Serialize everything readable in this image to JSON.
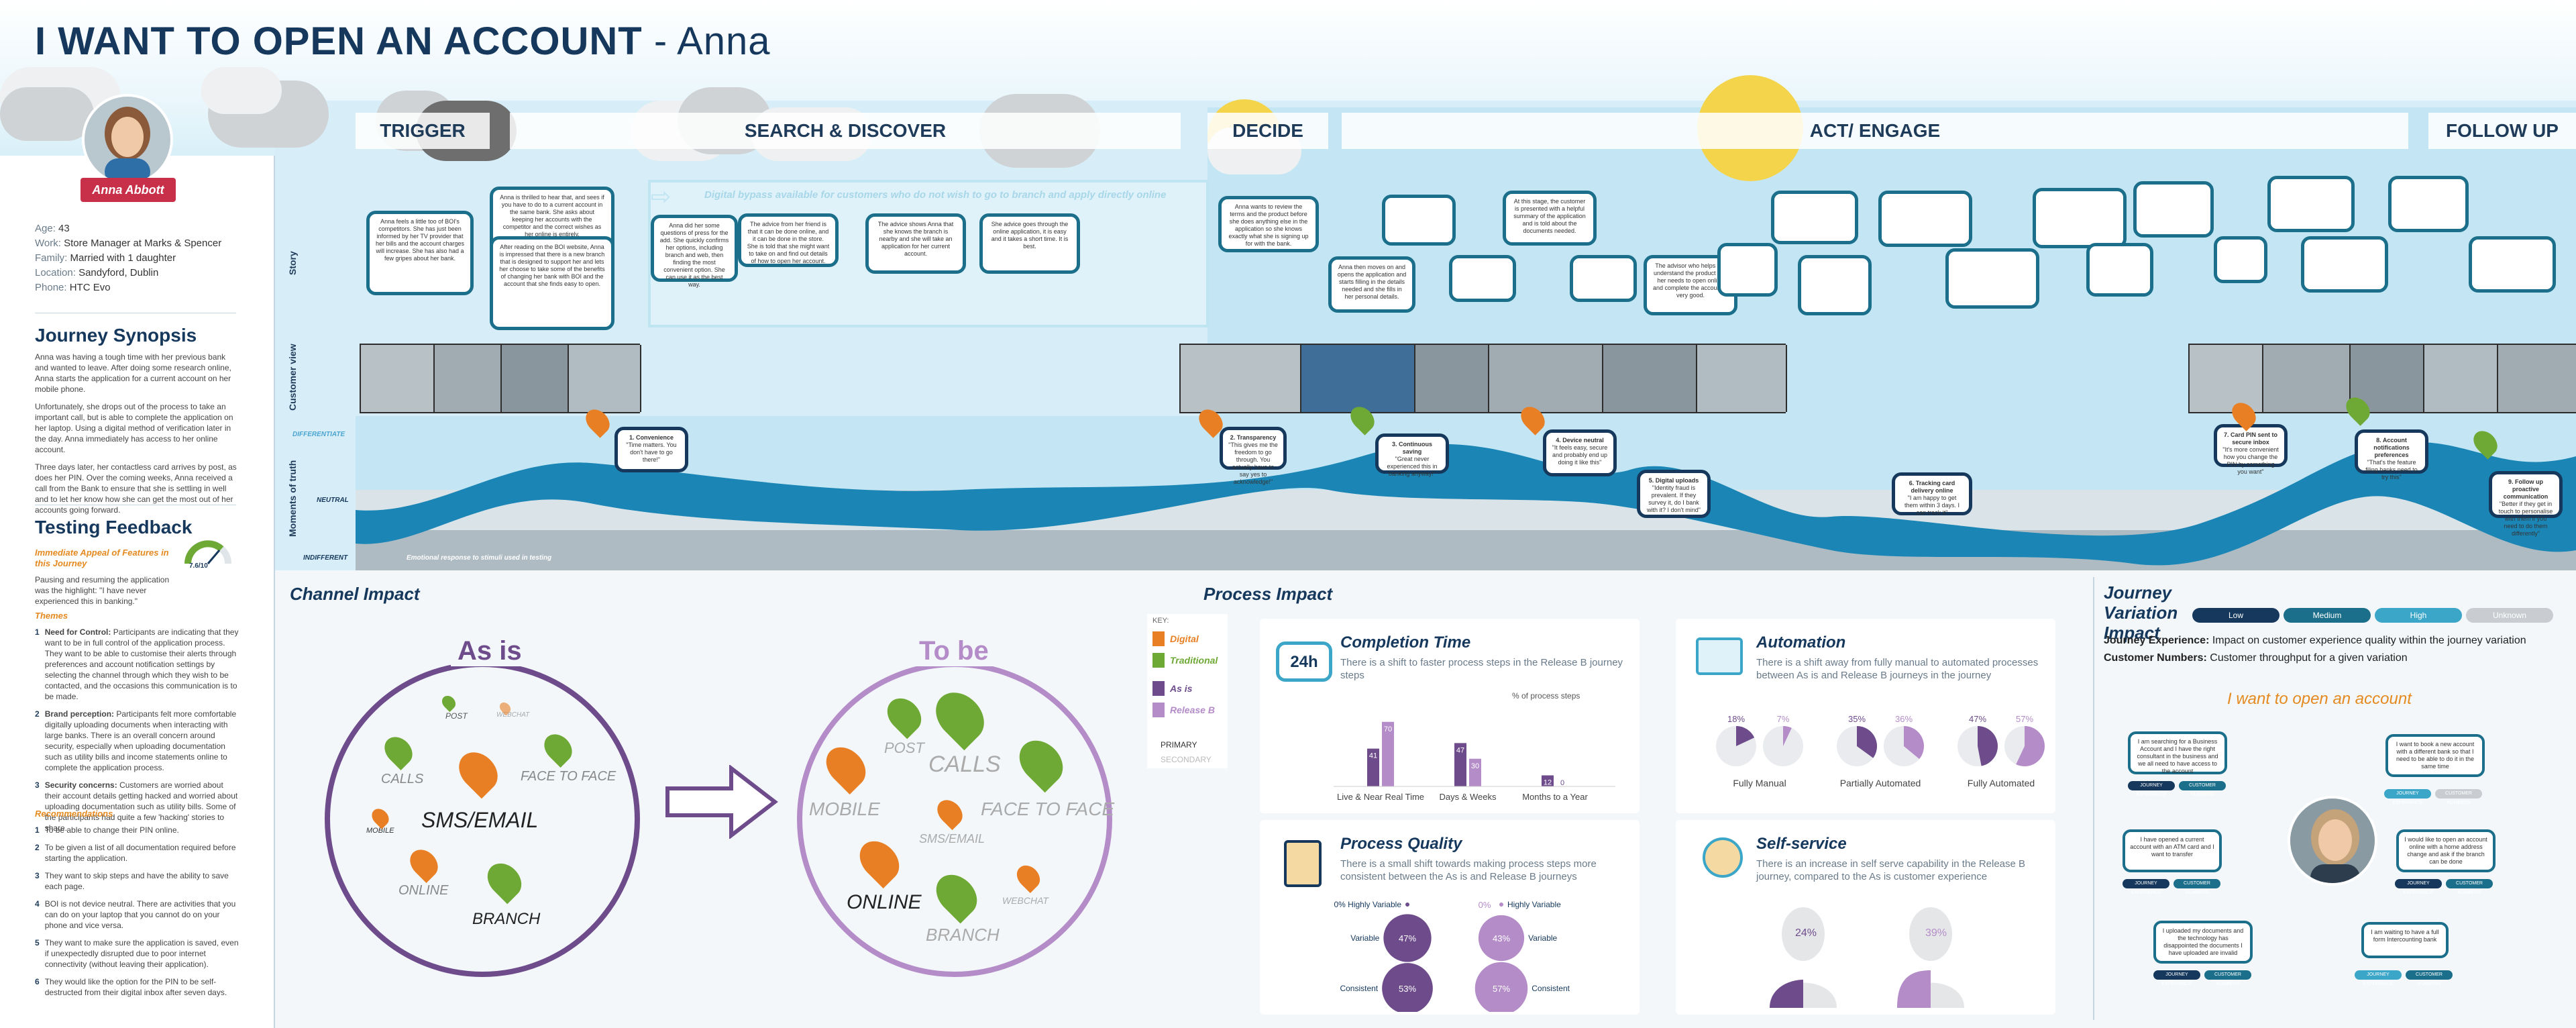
{
  "header": {
    "title": "I WANT TO OPEN AN ACCOUNT",
    "persona": "- Anna"
  },
  "stages": [
    "TRIGGER",
    "SEARCH & DISCOVER",
    "DECIDE",
    "ACT/ ENGAGE",
    "FOLLOW UP"
  ],
  "persona": {
    "name": "Anna Abbott",
    "details": [
      {
        "k": "Age:",
        "v": "43"
      },
      {
        "k": "Work:",
        "v": "Store Manager at Marks & Spencer"
      },
      {
        "k": "Family:",
        "v": "Married with 1 daughter"
      },
      {
        "k": "Location:",
        "v": "Sandyford, Dublin"
      },
      {
        "k": "Phone:",
        "v": "HTC Evo"
      }
    ]
  },
  "synopsis": {
    "title": "Journey Synopsis",
    "p1": "Anna was having a tough time with her previous bank and wanted to leave. After doing some research online, Anna starts the application for a current account on her mobile phone.",
    "p2": "Unfortunately, she drops out of the process to take an important call, but is able to complete the application on her laptop. Using a digital method of verification later in the day. Anna immediately has access to her online account.",
    "p3": "Three days later, her contactless card arrives by post, as does her PIN. Over the coming weeks, Anna received a call from the Bank to ensure that she is settling in well and to let her know how she can get the most out of her accounts going forward."
  },
  "testing": {
    "title": "Testing Feedback",
    "score": "7.6/10",
    "appeal_title": "Immediate Appeal of Features in this Journey",
    "appeal_text": "Pausing and resuming the application was the highlight: \"I have never experienced this in banking.\"",
    "themes_title": "Themes",
    "themes": [
      {
        "n": "1",
        "h": "Need for Control:",
        "t": "Participants are indicating that they want to be in full control of the application process. They want to be able to customise their alerts through preferences and account notification settings by selecting the channel through which they wish to be contacted, and the occasions this communication is to be made."
      },
      {
        "n": "2",
        "h": "Brand perception:",
        "t": "Participants felt more comfortable digitally uploading documents when interacting with large banks. There is an overall concern around security, especially when uploading documentation such as utility bills and income statements online to complete the application process."
      },
      {
        "n": "3",
        "h": "Security concerns:",
        "t": "Customers are worried about their account details getting hacked and worried about uploading documentation such as utility bills. Some of the participants had quite a few 'hacking' stories to share."
      }
    ],
    "rec_title": "Recommendations",
    "recs": [
      {
        "n": "1",
        "t": "To be able to change their PIN online."
      },
      {
        "n": "2",
        "t": "To be given a list of all documentation required before starting the application."
      },
      {
        "n": "3",
        "t": "They want to skip steps and have the ability to save each page."
      },
      {
        "n": "4",
        "t": "BOI is not device neutral. There are activities that you can do on your laptop that you cannot do on your phone and vice versa."
      },
      {
        "n": "5",
        "t": "They want to make sure the application is saved, even if unexpectedly disrupted due to poor internet connectivity (without leaving their application)."
      },
      {
        "n": "6",
        "t": "They would like the option for the PIN to be self-destructed from their digital inbox after seven days."
      }
    ]
  },
  "rows": {
    "story": "Story",
    "customer_view": "Customer view",
    "moments": "Moments of truth"
  },
  "journey": {
    "banner": "Digital bypass available for customers who do not wish to go to branch and apply directly online",
    "legend_differentiate": "DIFFERENTIATE",
    "legend_neutral": "NEUTRAL",
    "legend_indifferent": "INDIFFERENT",
    "footnote": "Emotional response to stimuli used in testing",
    "moments": [
      {
        "t": "1. Convenience",
        "q": "\"Time matters. You don't have to go there!\""
      },
      {
        "t": "2. Transparency",
        "q": "\"This gives me the freedom to go through. You actually have to say yes to acknowledge!\""
      },
      {
        "t": "3. Continuous saving",
        "q": "\"Great never experienced this in banking anyway!\""
      },
      {
        "t": "4. Device neutral",
        "q": "\"It feels easy, secure and probably end up doing it like this\""
      },
      {
        "t": "5. Digital uploads",
        "q": "\"Identity fraud is prevalent. If they survey it, do I bank with it? I don't mind\""
      },
      {
        "t": "6. Tracking card delivery online",
        "q": "\"I am happy to get them within 3 days. I can track it\""
      },
      {
        "t": "7. Card PIN sent to secure inbox",
        "q": "\"It's more convenient how you change the PIN by something you want\""
      },
      {
        "t": "8. Account notifications preferences",
        "q": "\"That's the feature filing banks need to try this\""
      },
      {
        "t": "9. Follow up proactive communication",
        "q": "\"Better if they get in touch to personalise with them if you need to do them differently\""
      }
    ],
    "story_texts": [
      "Anna feels a little too of BOI's competitors. She has just been informed by her TV provider that her bills and the account charges will increase. She has also had a few gripes about her bank.",
      "Anna is thrilled to hear that, and sees if you have to do to a current account in the same bank. She asks about keeping her accounts with the competitor and the correct wishes as her online is entirely.",
      "After reading on the BOI website, Anna is impressed that there is a new branch that is designed to support her and lets her choose to take some of the benefits of changing her bank with BOI and the account that she finds easy to open.",
      "Anna did her some questions of press for the add. She quickly confirms her options, including branch and web, then finding the most convenient option. She can use it as the best way.",
      "The advice from her friend is that it can be done online, and it can be done in the store. She is told that she might want to take on and find out details of how to open her account.",
      "The advice shows Anna that she knows the branch is nearby and she will take an application for her current account.",
      "She advice goes through the online application, it is easy and it takes a short time. It is best.",
      "Anna wants to review the terms and the product before she does anything else in the application so she knows exactly what she is signing up for with the bank.",
      "Anna then moves on and opens the application and starts filling in the details needed and she fills in her personal details.",
      "At this stage, the customer is presented with a helpful summary of the application and is told about the documents needed.",
      "The advisor who helps her understand the product and her needs to open online and complete the account is very good."
    ]
  },
  "channel": {
    "title": "Channel Impact",
    "as_is": "As is",
    "to_be": "To be",
    "as_is_channels": [
      "POST",
      "CALLS",
      "FACE TO FACE",
      "SMS/EMAIL",
      "MOBILE",
      "ONLINE",
      "BRANCH",
      "WEBCHAT"
    ],
    "to_be_channels": [
      "POST",
      "CALLS",
      "MOBILE",
      "FACE TO FACE",
      "SMS/EMAIL",
      "ONLINE",
      "BRANCH",
      "WEBCHAT"
    ]
  },
  "process": {
    "title": "Process Impact",
    "key_title": "KEY:",
    "key": [
      {
        "label": "Digital",
        "color": "#e97f24"
      },
      {
        "label": "Traditional",
        "color": "#6fa935"
      },
      {
        "label": "As is",
        "color": "#6e4c8c"
      },
      {
        "label": "Release B",
        "color": "#b48cc8"
      }
    ],
    "key_primary": "PRIMARY",
    "key_secondary": "SECONDARY",
    "completion": {
      "title": "Completion Time",
      "desc": "There is a shift to faster process steps in the Release B journey steps",
      "unit": "% of process steps",
      "icon": "24h",
      "categories": [
        "Live & Near Real Time",
        "Days & Weeks",
        "Months to a Year"
      ],
      "as_is": [
        41,
        47,
        12
      ],
      "release_b": [
        70,
        30,
        0
      ]
    },
    "automation": {
      "title": "Automation",
      "desc": "There is a shift away from fully manual to automated processes between As is and Release B journeys in the journey",
      "groups": [
        {
          "label": "Fully Manual",
          "as_is": 18,
          "release_b": 7
        },
        {
          "label": "Partially Automated",
          "as_is": 35,
          "release_b": 36
        },
        {
          "label": "Fully Automated",
          "as_is": 47,
          "release_b": 57
        }
      ]
    },
    "quality": {
      "title": "Process Quality",
      "desc": "There is a small shift towards making process steps more consistent between the As is and Release B journeys",
      "rows": [
        "Highly Variable",
        "Variable",
        "Consistent"
      ],
      "as_is": [
        0,
        47,
        53
      ],
      "release_b": [
        0,
        43,
        57
      ]
    },
    "self_service": {
      "title": "Self-service",
      "desc": "There is an increase in self serve capability in the Release B journey, compared to the As is customer experience",
      "as_is": "24%",
      "release_b": "39%"
    }
  },
  "variation": {
    "title": "Journey Variation Impact",
    "levels": [
      "Low",
      "Medium",
      "High",
      "Unknown"
    ],
    "level_colors": [
      "#15385c",
      "#1b6f8a",
      "#3ba6c8",
      "#c9cdd1"
    ],
    "experience_k": "Journey Experience:",
    "experience_v": "Impact on customer experience quality within the journey variation",
    "numbers_k": "Customer Numbers:",
    "numbers_v": "Customer throughput for a given variation",
    "subtitle": "I want to open an account",
    "cards": [
      "I am searching for a Business Account and I have the right consultant in the business and we all need to have access to the account",
      "I want to book a new account with a different bank so that I need to be able to do it in the same time",
      "I have opened a current account with an ATM card and I want to transfer",
      "I would like to open an account online with a home address change and ask if the branch can be done",
      "I uploaded my documents and the technology has disappointed the documents I have uploaded are invalid",
      "I am waiting to have a full form Intercounting bank"
    ],
    "tag_exp": "JOURNEY EXPERIENCE",
    "tag_num": "CUSTOMER NUMBERS"
  }
}
